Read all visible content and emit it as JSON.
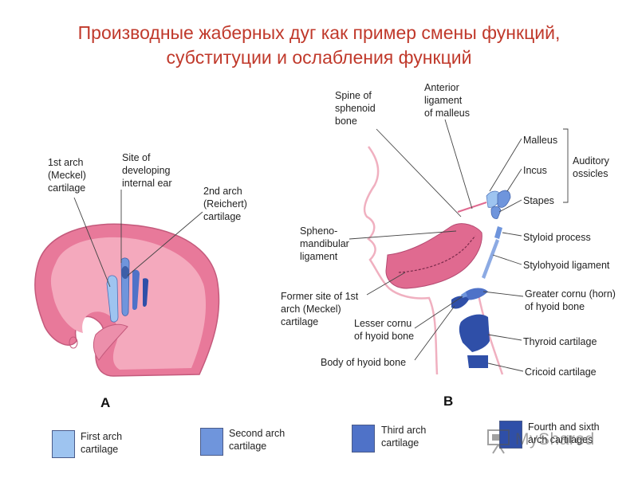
{
  "title": {
    "line1": "Производные жаберных дуг как пример смены функций,",
    "line2": "субституции и ослабления функций"
  },
  "panel_a": {
    "letter": "A",
    "labels": {
      "first_arch": [
        "1st arch",
        "(Meckel)",
        "cartilage"
      ],
      "inner_ear": [
        "Site of",
        "developing",
        "internal ear"
      ],
      "second_arch": [
        "2nd arch",
        "(Reichert)",
        "cartilage"
      ]
    }
  },
  "panel_b": {
    "letter": "B",
    "labels": {
      "spine_sphenoid": [
        "Spine of",
        "sphenoid",
        "bone"
      ],
      "anterior_ligament": [
        "Anterior",
        "ligament",
        "of malleus"
      ],
      "malleus": "Malleus",
      "incus": "Incus",
      "stapes": "Stapes",
      "auditory_ossicles": [
        "Auditory",
        "ossicles"
      ],
      "spheno_mandibular": [
        "Spheno-",
        "mandibular",
        "ligament"
      ],
      "styloid_process": "Styloid process",
      "stylohyoid_ligament": "Stylohyoid ligament",
      "former_site": [
        "Former site of 1st",
        "arch (Meckel)",
        "cartilage"
      ],
      "greater_cornu": [
        "Greater cornu (horn)",
        "of hyoid bone"
      ],
      "lesser_cornu": [
        "Lesser cornu",
        "of hyoid bone"
      ],
      "thyroid_cartilage": "Thyroid cartilage",
      "body_hyoid": "Body of hyoid bone",
      "cricoid_cartilage": "Cricoid cartilage"
    }
  },
  "legend": [
    {
      "label": [
        "First arch",
        "cartilage"
      ],
      "color": "#9ec4f0"
    },
    {
      "label": [
        "Second arch",
        "cartilage"
      ],
      "color": "#6f95dc"
    },
    {
      "label": [
        "Third arch",
        "cartilage"
      ],
      "color": "#4f72c8"
    },
    {
      "label": [
        "Fourth and sixth",
        "arch cartilages"
      ],
      "color": "#2f4fa8"
    }
  ],
  "watermark": {
    "text": "MyShared",
    "icon": "presentation-board-icon"
  },
  "colors": {
    "title": "#c0392b",
    "embryo_outer": "#e8799a",
    "embryo_inner": "#f4a9bd",
    "mandible": "#e06a90",
    "face_outline": "#f0b0c0",
    "first_arch": "#9ec4f0",
    "second_arch": "#6f95dc",
    "third_arch": "#4f72c8",
    "fourth_sixth_arch": "#2f4fa8"
  }
}
